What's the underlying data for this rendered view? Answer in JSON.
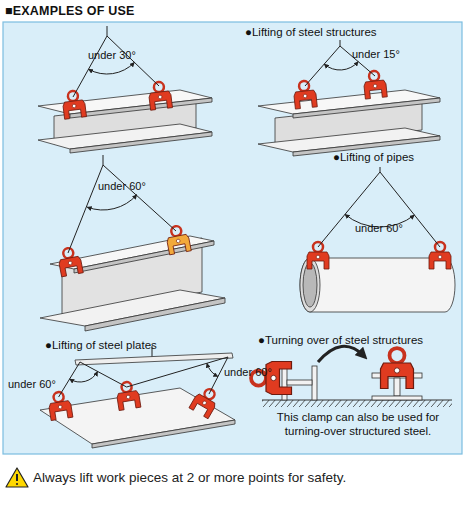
{
  "diagram": {
    "title": "■EXAMPLES OF USE",
    "caption": "Always lift work pieces at 2 or more points for safety.",
    "labels": [
      "●Lifting of steel structures",
      "under 30°",
      "under 15°",
      "under 60°",
      "●Lifting of pipes",
      "under 60°",
      "●Lifting of steel plates",
      "under 60°",
      "under 60°",
      "●Turning over of steel structures",
      "This clamp can also be used for turning-over structured steel."
    ]
  }
}
